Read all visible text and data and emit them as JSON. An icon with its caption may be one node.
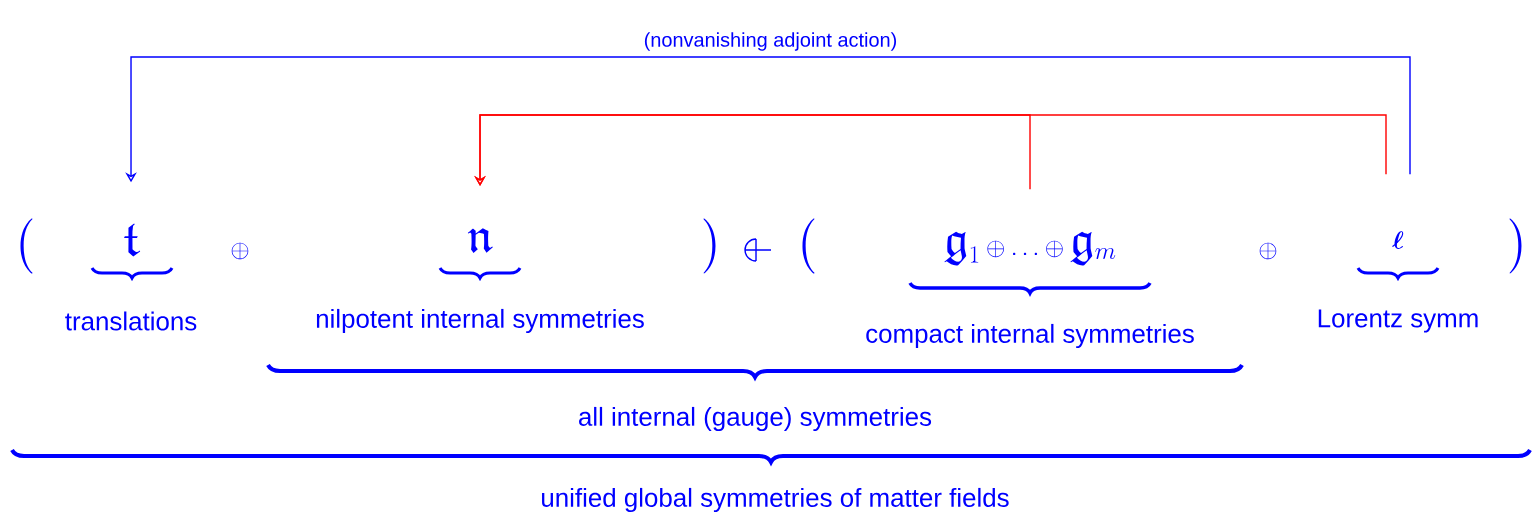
{
  "diagram": {
    "nodes": [
      {
        "text": [
          "\\mathfrak{t}"
        ],
        "beside": [
          "translations"
        ]
      },
      {
        "text": [
          "\\mathfrak{n}"
        ],
        "beside": [
          "nilpotent internal symmetries"
        ]
      },
      {
        "text": [
          "\\mathfrak{g}_1\\oplus\\ldots\\oplus\\mathfrak{g}_m"
        ],
        "beside": [
          "compact internal symmetries"
        ]
      },
      {
        "text": [
          "\\bm{\\ell}"
        ],
        "beside": [
          "Lorentz symm"
        ]
      }
    ],
    "edges": [
      {
        "from": 3,
        "to": 0,
        "arrow": "to",
        "color": "#0000ff",
        "label": "(nonvanishing adjoint action)"
      },
      {
        "from": 2,
        "to": 1,
        "arrow": "to",
        "color": "#ff0000"
      },
      {
        "from": 3,
        "to": 1,
        "arrow": "to",
        "color": "#ff0000"
      }
    ],
    "labels": [
      "\\Big(",
      "\\oplus",
      "\\Big)",
      "\\Big(",
      "\\oplus",
      "\\Big)",
      "all internal (gauge) symmetries",
      "unified global symmetries of matter fields"
    ]
  }
}
